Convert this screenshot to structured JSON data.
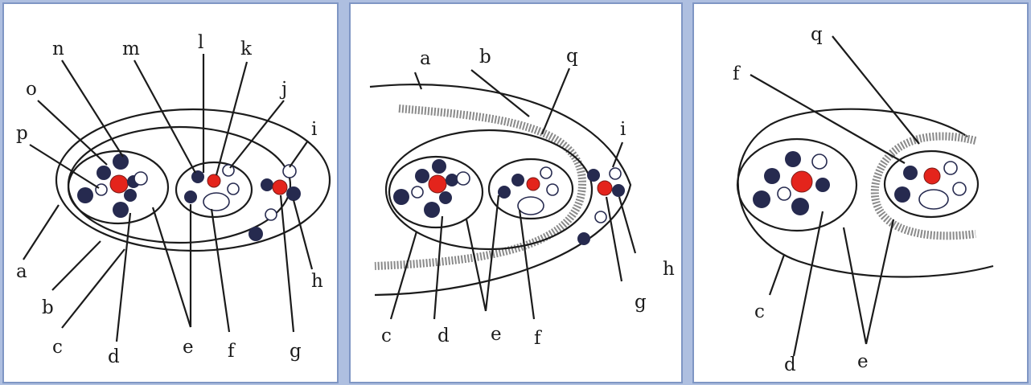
{
  "panels": [
    {
      "labels": {
        "n": "n",
        "m": "m",
        "l": "l",
        "k": "k",
        "j": "j",
        "o": "o",
        "i": "i",
        "p": "p",
        "a": "a",
        "b": "b",
        "c": "c",
        "d": "d",
        "e": "e",
        "f": "f",
        "g": "g",
        "h": "h"
      }
    },
    {
      "labels": {
        "a": "a",
        "b": "b",
        "q": "q",
        "i": "i",
        "c": "c",
        "d": "d",
        "e": "e",
        "f": "f",
        "g": "g",
        "h": "h"
      }
    },
    {
      "labels": {
        "q": "q",
        "f": "f",
        "c": "c",
        "d": "d",
        "e": "e"
      }
    }
  ],
  "colors": {
    "dark": "#262a4f",
    "red": "#e4241c",
    "white": "#ffffff",
    "wall": "#8a8a8a",
    "background": "#aebfe0"
  }
}
